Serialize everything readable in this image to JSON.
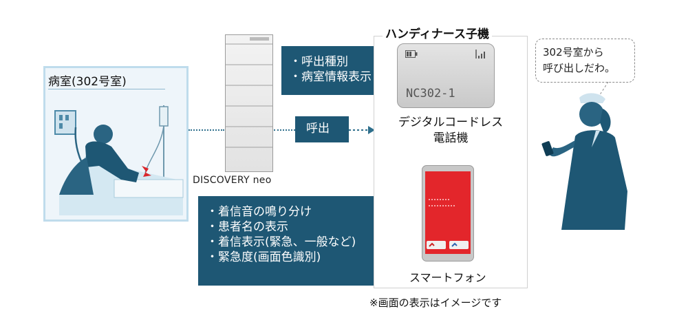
{
  "room": {
    "title": "病室(302号室)"
  },
  "server": {
    "label": "DISCOVERY neo"
  },
  "callout_top": {
    "lines": [
      "・呼出種別",
      "・病室情報表示"
    ]
  },
  "callout_call": {
    "text": "呼出"
  },
  "callout_bottom": {
    "lines": [
      "・着信音の鳴り分け",
      "・患者名の表示",
      "・着信表示(緊急、一般など)",
      "・緊急度(画面色識別)"
    ]
  },
  "handset": {
    "title": "ハンディナース子機",
    "dect_screen_text": "NC302-1",
    "dect_label": [
      "デジタルコードレス",
      "電話機"
    ],
    "smartphone_label": "スマートフォン"
  },
  "note": "※画面の表示はイメージです",
  "speech": {
    "lines": [
      "302号室から",
      "呼び出しだわ。"
    ]
  },
  "colors": {
    "callout": "#1e5774",
    "room_bg": "#eef5fa",
    "room_border": "#bfdcec",
    "phone_screen": "#e3262b"
  }
}
